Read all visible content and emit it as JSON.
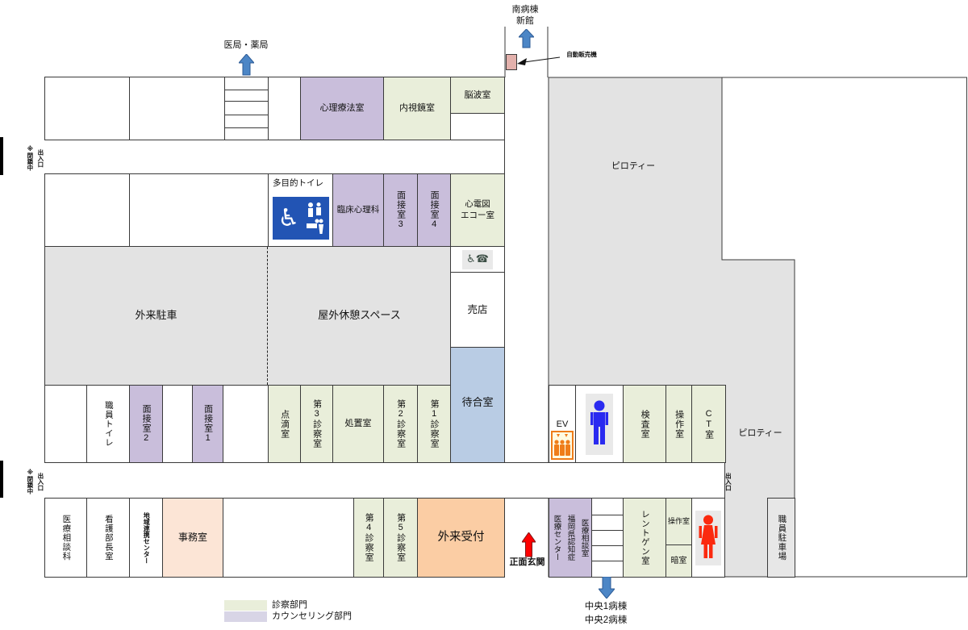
{
  "destinations": {
    "south_ward": "南病棟\n新館",
    "pharmacy": "医局・薬局",
    "central_wards": "中央1病棟\n中央2病棟",
    "front_entrance": "正面玄関",
    "vending_machine": "自動販売機"
  },
  "exits": {
    "closed_note": "※閉鎖中",
    "entrance": "出入口",
    "right_entrance": "出入口"
  },
  "rooms": {
    "psychotherapy": "心理療法室",
    "endoscopy": "内視鏡室",
    "eeg": "脳波室",
    "multipurpose_toilet": "多目的トイレ",
    "clinical_psychology": "臨床心理科",
    "interview3": "面接室3",
    "interview4": "面接室4",
    "ecg_echo": "心電図\nエコー室",
    "outpatient_parking": "外来駐車",
    "outdoor_rest_space": "屋外休憩スペース",
    "shop": "売店",
    "waiting_room": "待合室",
    "staff_toilet": "職員トイレ",
    "interview2": "面接室2",
    "interview1": "面接室1",
    "iv_room": "点滴室",
    "exam3": "第3診察室",
    "treatment": "処置室",
    "exam2": "第2診察室",
    "exam1": "第1診察室",
    "elevator": "EV",
    "inspection": "検査室",
    "operation_mid": "操作室",
    "ct": "CT室",
    "pilotis_top": "ピロティー",
    "pilotis_right": "ピロティー",
    "medical_consultation_dept": "医療相談科",
    "nursing_director": "看護部長室",
    "regional_cooperation_center": "地域連携センター",
    "office": "事務室",
    "exam4": "第4診察室",
    "exam5": "第5診察室",
    "outpatient_reception": "外来受付",
    "dementia_center": "医療相談室\n福岡県認知症\n医療センター",
    "xray": "レントゲン室",
    "operation_bottom": "操作室",
    "darkroom": "暗室",
    "staff_parking": "職員駐車場"
  },
  "icons": {
    "wheelchair": "♿",
    "phone": "☎"
  },
  "legend": {
    "items": [
      {
        "label": "診察部門",
        "color": "#e9eeda"
      },
      {
        "label": "カウンセリング部門",
        "color": "#d8d5e6"
      }
    ]
  },
  "colors": {
    "consultation_green": "#e9eeda",
    "counseling_purple": "#c9bedb",
    "waiting_blue": "#b9cce4",
    "office_peach": "#fce5d6",
    "reception_orange": "#fbcda4",
    "outdoor_gray": "#e3e3e3",
    "accessible_sign_blue": "#2254b4",
    "direction_arrow_blue": "#4c86c6",
    "entrance_arrow_red": "#fe0000",
    "vending_pink": "#e3b1ac",
    "elevator_orange": "#ef7d1a",
    "male_blue": "#2a2af0",
    "female_red": "#fb2a0f"
  }
}
